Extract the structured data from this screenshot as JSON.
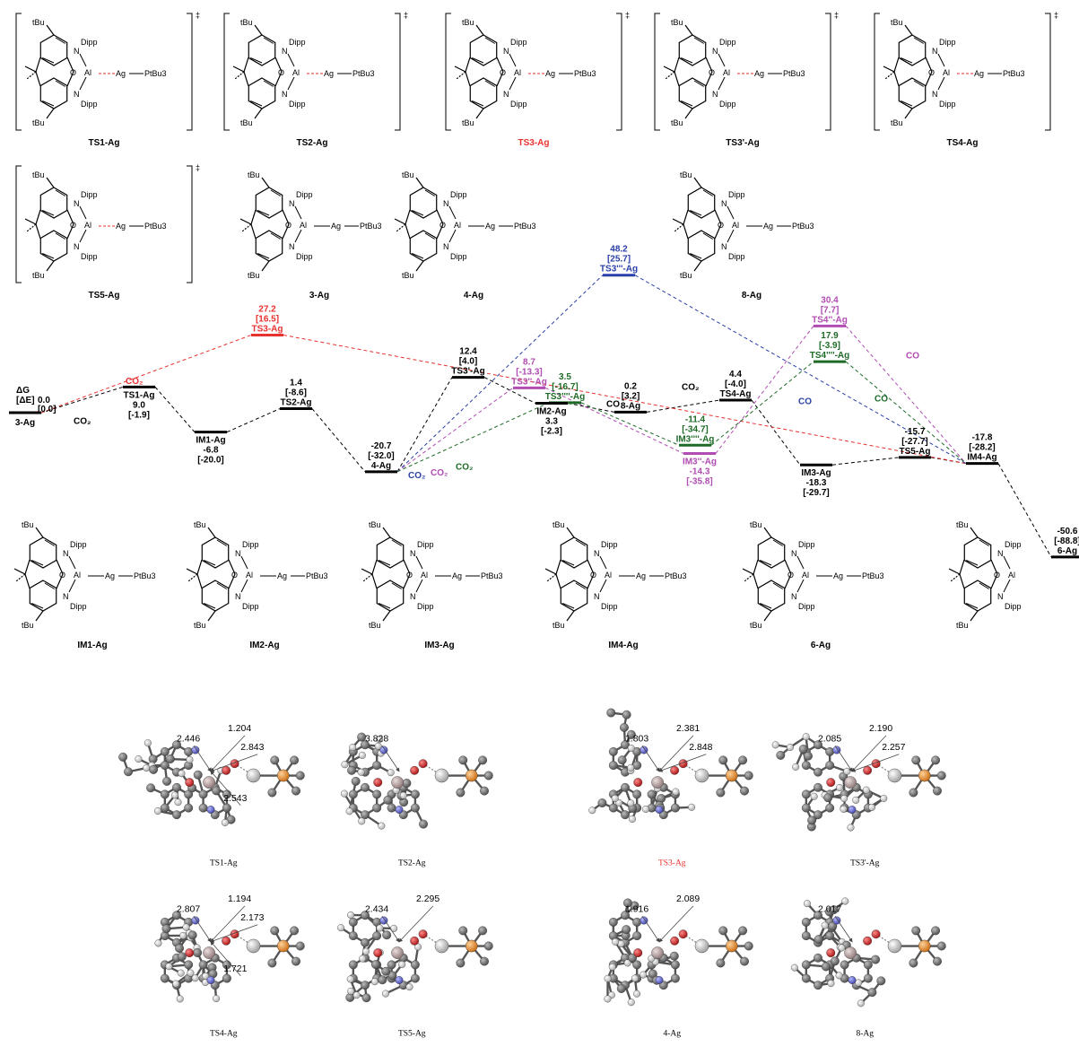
{
  "colors": {
    "black": "#000000",
    "red": "#e8322f",
    "blue": "#2a3fa8",
    "purple": "#b04cb3",
    "green": "#1e6b27",
    "atom_c": "#606060",
    "atom_h": "#d6d6d6",
    "atom_o": "#d01f1f",
    "atom_n": "#5a5fd6",
    "atom_p": "#e8912a",
    "atom_al": "#b5a0a0",
    "atom_ag": "#dedede"
  },
  "top_structures": [
    {
      "label": "TS1-Ag",
      "dagger": "‡",
      "color": "#000000"
    },
    {
      "label": "TS2-Ag",
      "dagger": "‡",
      "color": "#000000"
    },
    {
      "label": "TS3-Ag",
      "dagger": "‡",
      "color": "#e8322f"
    },
    {
      "label": "TS3'-Ag",
      "dagger": "‡",
      "color": "#000000"
    },
    {
      "label": "TS4-Ag",
      "dagger": "‡",
      "color": "#000000"
    },
    {
      "label": "TS5-Ag",
      "dagger": "‡",
      "color": "#000000"
    },
    {
      "label": "3-Ag",
      "dagger": "",
      "color": "#000000"
    },
    {
      "label": "4-Ag",
      "dagger": "",
      "color": "#000000"
    },
    {
      "label": "8-Ag",
      "dagger": "",
      "color": "#000000"
    }
  ],
  "profile": {
    "header": {
      "dg": "ΔG",
      "de": "[ΔE]"
    },
    "levels": [
      {
        "id": "3-Ag",
        "dg": "0.0",
        "de": "[0.0]",
        "color": "#000000"
      },
      {
        "id": "TS1-Ag",
        "dg": "9.0",
        "de": "[-1.9]",
        "color": "#000000"
      },
      {
        "id": "IM1-Ag",
        "dg": "-6.8",
        "de": "[-20.0]",
        "color": "#000000"
      },
      {
        "id": "TS2-Ag",
        "dg": "1.4",
        "de": "[-8.6]",
        "color": "#000000"
      },
      {
        "id": "4-Ag",
        "dg": "-20.7",
        "de": "[-32.0]",
        "color": "#000000"
      },
      {
        "id": "TS3-Ag",
        "dg": "27.2",
        "de": "[16.5]",
        "color": "#e8322f"
      },
      {
        "id": "TS3'-Ag",
        "dg": "12.4",
        "de": "[4.0]",
        "color": "#000000"
      },
      {
        "id": "TS3''-Ag",
        "dg": "8.7",
        "de": "[-13.3]",
        "color": "#b04cb3"
      },
      {
        "id": "TS3''''-Ag",
        "dg": "3.5",
        "de": "[-16.7]",
        "color": "#1e6b27"
      },
      {
        "id": "TS3'''-Ag",
        "dg": "48.2",
        "de": "[25.7]",
        "color": "#2a3fa8"
      },
      {
        "id": "IM2-Ag",
        "dg": "3.3",
        "de": "[-2.3]",
        "color": "#000000"
      },
      {
        "id": "8-Ag",
        "dg": "0.2",
        "de": "[3.2]",
        "color": "#000000"
      },
      {
        "id": "TS4-Ag",
        "dg": "4.4",
        "de": "[-4.0]",
        "color": "#000000"
      },
      {
        "id": "IM3''''-Ag",
        "dg": "-11.4",
        "de": "[-34.7]",
        "color": "#1e6b27"
      },
      {
        "id": "IM3''-Ag",
        "dg": "-14.3",
        "de": "[-35.8]",
        "color": "#b04cb3"
      },
      {
        "id": "IM3-Ag",
        "dg": "-18.3",
        "de": "[-29.7]",
        "color": "#000000"
      },
      {
        "id": "TS4''-Ag",
        "dg": "30.4",
        "de": "[7.7]",
        "color": "#b04cb3"
      },
      {
        "id": "TS4''''-Ag",
        "dg": "17.9",
        "de": "[-3.9]",
        "color": "#1e6b27"
      },
      {
        "id": "TS5-Ag",
        "dg": "-15.7",
        "de": "[-27.7]",
        "color": "#000000"
      },
      {
        "id": "IM4-Ag",
        "dg": "-17.8",
        "de": "[-28.2]",
        "color": "#000000"
      },
      {
        "id": "6-Ag",
        "dg": "-50.6",
        "de": "[-88.8]",
        "color": "#000000"
      }
    ],
    "annotations": {
      "co2": "CO₂",
      "co": "CO"
    }
  },
  "bottom_structures": [
    "IM1-Ag",
    "IM2-Ag",
    "IM3-Ag",
    "IM4-Ag",
    "6-Ag"
  ],
  "fragments": {
    "dipp": "Dipp",
    "tbu": "tBu",
    "ptbu3": "PtBu3",
    "al": "Al",
    "ag": "Ag",
    "o": "O",
    "n": "N",
    "c": "C",
    "p": "P"
  },
  "geometries": [
    {
      "label": "TS1-Ag",
      "color": "#000000",
      "distances": [
        "2.446",
        "1.204",
        "2.843",
        "2.543"
      ]
    },
    {
      "label": "TS2-Ag",
      "color": "#000000",
      "distances": [
        "3.828"
      ]
    },
    {
      "label": "TS3-Ag",
      "color": "#e8322f",
      "distances": [
        "1.803",
        "2.381",
        "2.848"
      ]
    },
    {
      "label": "TS3'-Ag",
      "color": "#000000",
      "distances": [
        "2.085",
        "2.190",
        "2.257"
      ]
    },
    {
      "label": "TS4-Ag",
      "color": "#000000",
      "distances": [
        "2.807",
        "1.194",
        "2.173",
        "1.721"
      ]
    },
    {
      "label": "TS5-Ag",
      "color": "#000000",
      "distances": [
        "2.434",
        "2.295"
      ]
    },
    {
      "label": "4-Ag",
      "color": "#000000",
      "distances": [
        "1.916",
        "2.089"
      ]
    },
    {
      "label": "8-Ag",
      "color": "#000000",
      "distances": [
        "2.017"
      ]
    }
  ]
}
